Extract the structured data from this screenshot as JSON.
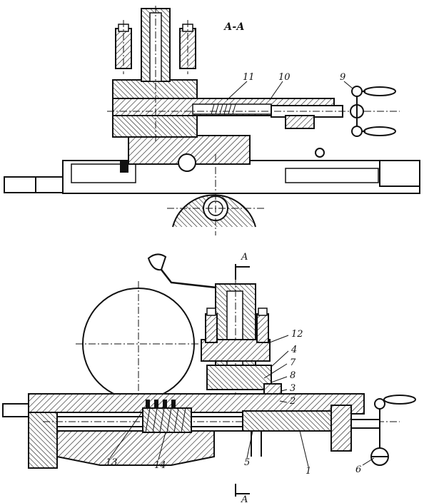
{
  "section_title": "А-А",
  "cut_marker": "A",
  "callouts": {
    "top": [
      "11",
      "10",
      "9"
    ],
    "bottom_right": [
      "12",
      "4",
      "7",
      "8",
      "3",
      "2"
    ],
    "bottom_row": [
      "13",
      "14",
      "5",
      "1",
      "6"
    ]
  }
}
